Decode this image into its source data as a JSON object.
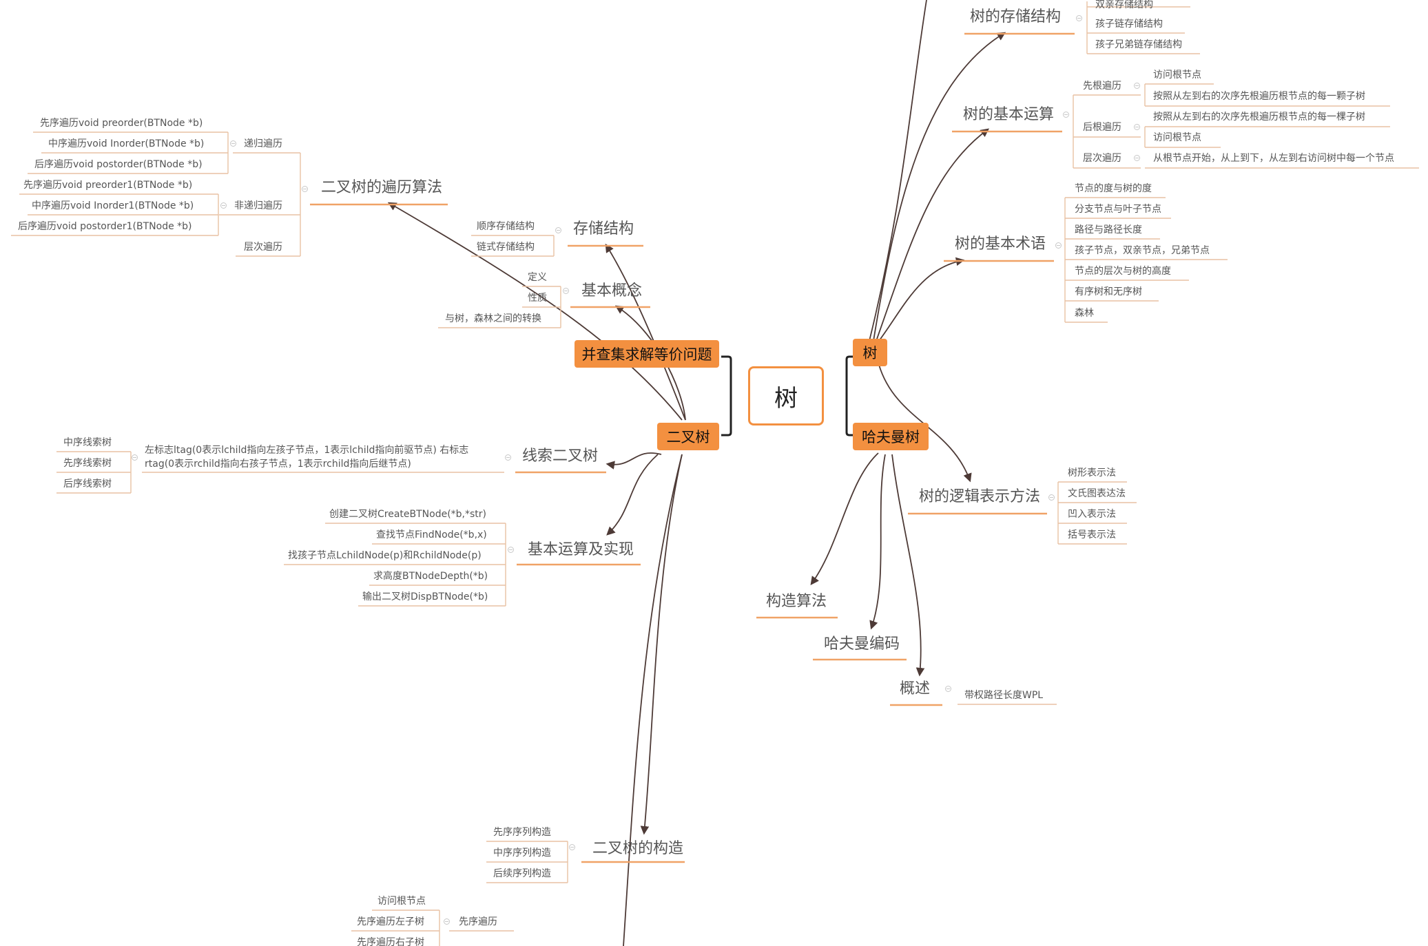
{
  "central": "树",
  "mains": {
    "tree": "树",
    "binary_tree": "二叉树",
    "huffman": "哈夫曼树",
    "union_find": "并查集求解等价问题"
  },
  "tree": {
    "storage": {
      "title": "树的存储结构",
      "items": [
        "双亲存储结构",
        "孩子链存储结构",
        "孩子兄弟链存储结构"
      ]
    },
    "ops": {
      "title": "树的基本运算",
      "preorder": {
        "title": "先根遍历",
        "items": [
          "访问根节点",
          "按照从左到右的次序先根遍历根节点的每一颗子树"
        ]
      },
      "postorder": {
        "title": "后根遍历",
        "items": [
          "按照从左到右的次序先根遍历根节点的每一棵子树",
          "访问根节点"
        ]
      },
      "level": {
        "title": "层次遍历",
        "items": [
          "从根节点开始，从上到下，从左到右访问树中每一个节点"
        ]
      }
    },
    "terms": {
      "title": "树的基本术语",
      "items": [
        "节点的度与树的度",
        "分支节点与叶子节点",
        "路径与路径长度",
        "孩子节点，双亲节点，兄弟节点",
        "节点的层次与树的高度",
        "有序树和无序树",
        "森林"
      ]
    },
    "logic": {
      "title": "树的逻辑表示方法",
      "items": [
        "树形表示法",
        "文氏图表达法",
        "凹入表示法",
        "括号表示法"
      ]
    }
  },
  "huffman": {
    "construct": "构造算法",
    "coding": "哈夫曼编码",
    "overview": {
      "title": "概述",
      "items": [
        "带权路径长度WPL"
      ]
    }
  },
  "binary": {
    "traversal": {
      "title": "二叉树的遍历算法",
      "recursive": {
        "title": "递归遍历",
        "items": [
          "先序遍历void preorder(BTNode *b)",
          "中序遍历void Inorder(BTNode *b)",
          "后序遍历void postorder(BTNode *b)"
        ]
      },
      "nonrecursive": {
        "title": "非递归遍历",
        "items": [
          "先序遍历void preorder1(BTNode *b)",
          "中序遍历void Inorder1(BTNode *b)",
          "后序遍历void postorder1(BTNode *b)"
        ]
      },
      "level": "层次遍历"
    },
    "storage": {
      "title": "存储结构",
      "items": [
        "顺序存储结构",
        "链式存储结构"
      ]
    },
    "concept": {
      "title": "基本概念",
      "items": [
        "定义",
        "性质",
        "与树，森林之间的转换"
      ]
    },
    "threaded": {
      "title": "线索二叉树",
      "note": "左标志ltag(0表示lchild指向左孩子节点，1表示lchild指向前驱节点) 右标志rtag(0表示rchild指向右孩子节点，1表示rchild指向后继节点)",
      "items": [
        "中序线索树",
        "先序线索树",
        "后序线索树"
      ]
    },
    "ops": {
      "title": "基本运算及实现",
      "items": [
        "创建二叉树CreateBTNode(*b,*str)",
        "查找节点FindNode(*b,x)",
        "找孩子节点LchildNode(p)和RchildNode(p)",
        "求高度BTNodeDepth(*b)",
        "输出二叉树DispBTNode(*b)"
      ]
    },
    "construct": {
      "title": "二叉树的构造",
      "items": [
        "先序序列构造",
        "中序序列构造",
        "后续序列构造"
      ]
    },
    "pre_traversal": {
      "title": "先序遍历",
      "items": [
        "访问根节点",
        "先序遍历左子树",
        "先序遍历右子树"
      ]
    }
  },
  "colors": {
    "accent": "#f39040",
    "underline": "#f0a266",
    "link": "#4d3a36",
    "text": "#555555",
    "rule": "#c8c8c8"
  }
}
